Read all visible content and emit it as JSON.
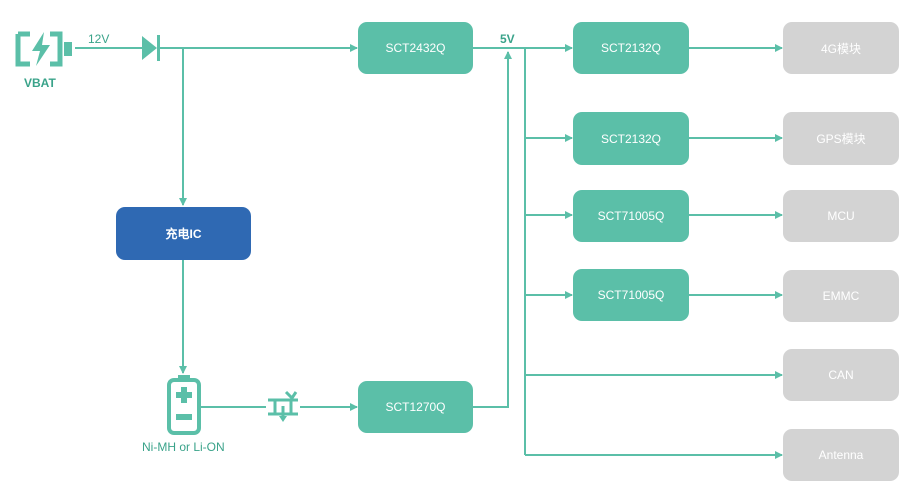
{
  "colors": {
    "wire": "#5bbfa8",
    "teal_block": "#5bbfa8",
    "ic_block": "#2f69b3",
    "load_block": "#d3d3d3",
    "label_text": "#3aa38a"
  },
  "labels": {
    "vbat": "VBAT",
    "v12": "12V",
    "v5": "5V",
    "battery": "Ni-MH or Li-ON"
  },
  "blocks": {
    "sct2432q": "SCT2432Q",
    "charger_ic": "充电IC",
    "sct1270q": "SCT1270Q",
    "reg1": "SCT2132Q",
    "reg2": "SCT2132Q",
    "reg3": "SCT71005Q",
    "reg4": "SCT71005Q"
  },
  "loads": {
    "load1": "4G模块",
    "load2": "GPS模块",
    "load3": "MCU",
    "load4": "EMMC",
    "load5": "CAN",
    "load6": "Antenna"
  },
  "icons": {
    "vbat": "battery-charging-icon",
    "diode": "diode-icon",
    "battery": "battery-vertical-icon",
    "switch": "power-switch-icon"
  }
}
